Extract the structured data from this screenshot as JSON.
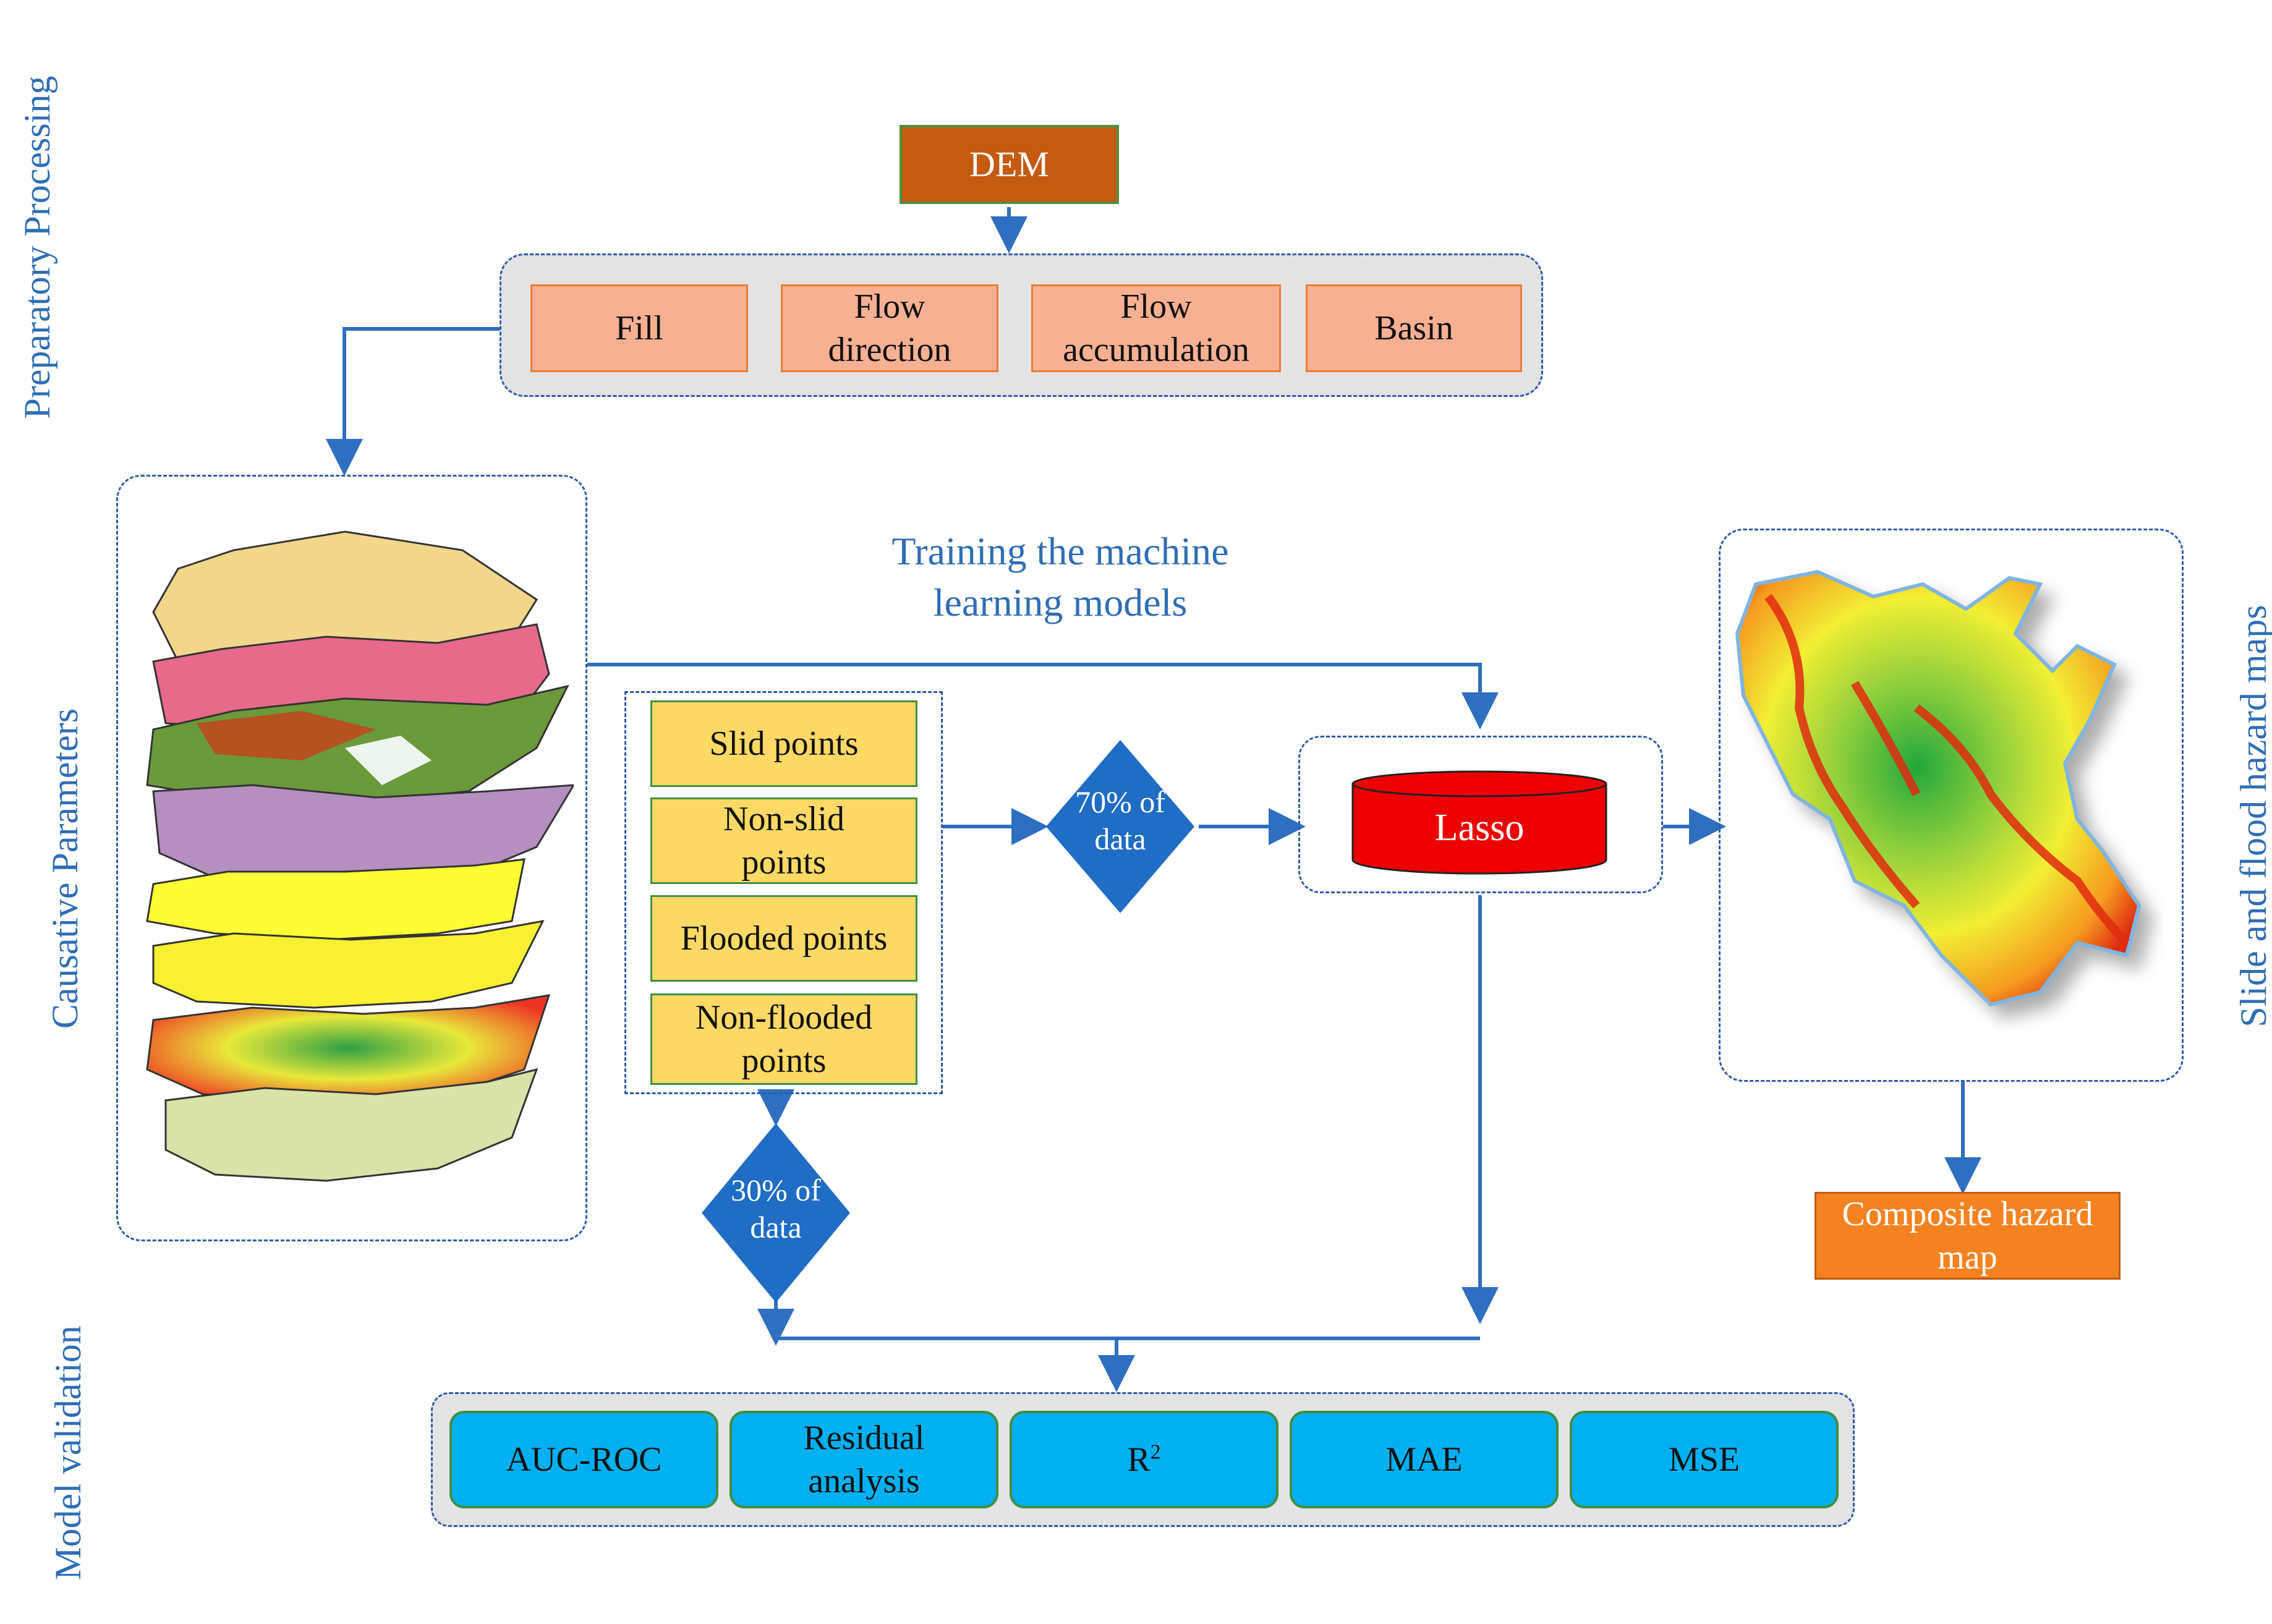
{
  "side_labels": {
    "preparatory": "Preparatory Processing",
    "causative": "Causative Parameters",
    "validation": "Model validation",
    "hazard_maps": "Slide and flood hazard maps"
  },
  "dem": "DEM",
  "preprocessing_steps": [
    "Fill",
    "Flow direction",
    "Flow accumulation",
    "Basin"
  ],
  "training_caption": "Training the machine learning models",
  "points": [
    "Slid points",
    "Non-slid points",
    "Flooded points",
    "Non-flooded points"
  ],
  "split_train": "70% of data",
  "split_test": "30% of data",
  "model": "Lasso",
  "composite": "Composite hazard map",
  "validation_metrics": {
    "auc": "AUC-ROC",
    "residual": "Residual analysis",
    "r2_base": "R",
    "r2_sup": "2",
    "mae": "MAE",
    "mse": "MSE"
  },
  "colors": {
    "arrow": "#2e6fc0",
    "dem": "#c55a11",
    "step_fill": "#f8b093",
    "points_fill": "#ffd966",
    "diamond": "#1f6dc4",
    "lasso": "#ee0000",
    "composite": "#f58220",
    "metric_fill": "#00b0f0"
  }
}
